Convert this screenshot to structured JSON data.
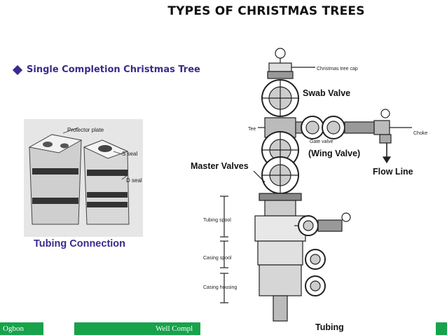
{
  "title": "TYPES  OF CHRISTMAS TREES",
  "subtitle": "Single Completion Christmas Tree",
  "left_figure": {
    "caption": "Tubing Connection",
    "labels": {
      "protector_plate": "Protector plate",
      "s_seal": "S seal",
      "d_seal": "D seal"
    }
  },
  "diagram": {
    "callouts": {
      "swab_valve": "Swab Valve",
      "wing_valve": "(Wing Valve)",
      "master_valves": "Master Valves",
      "flow_line": "Flow Line",
      "tubing": "Tubing"
    },
    "small_labels": {
      "tree_cap": "Christmas tree cap",
      "tee": "Tee",
      "gate_valve": "Gate valve",
      "choke": "Choke",
      "tubing_spool": "Tubing spool",
      "casing_spool": "Casing spool",
      "casing_housing": "Casing housing"
    }
  },
  "footer": {
    "left_text": "Ogbon",
    "mid_text": "Well Compl"
  },
  "colors": {
    "accent_purple": "#3b2a8c",
    "footer_green": "#17a34a"
  }
}
